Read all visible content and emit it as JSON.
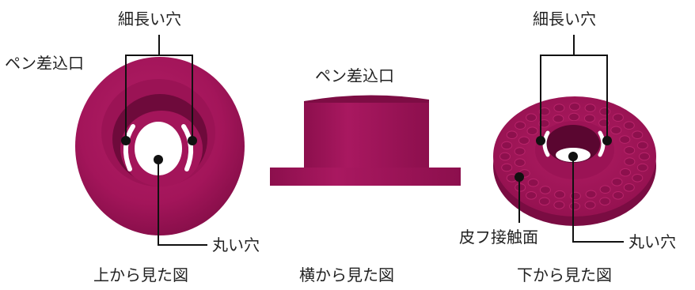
{
  "colors": {
    "body": "#a3155a",
    "body_dark": "#7d0d44",
    "body_deep": "#5a0630",
    "body_light": "#c02a72",
    "line": "#111111",
    "text": "#222222"
  },
  "views": {
    "top": {
      "caption": "上から見た図",
      "labels": {
        "slot": "細長い穴",
        "pen_inlet": "ペン差込口",
        "round_hole": "丸い穴"
      }
    },
    "side": {
      "caption": "横から見た図",
      "labels": {
        "pen_inlet": "ペン差込口"
      }
    },
    "bottom": {
      "caption": "下から見た図",
      "labels": {
        "slot": "細長い穴",
        "skin_contact": "皮フ接触面",
        "round_hole": "丸い穴"
      }
    }
  }
}
